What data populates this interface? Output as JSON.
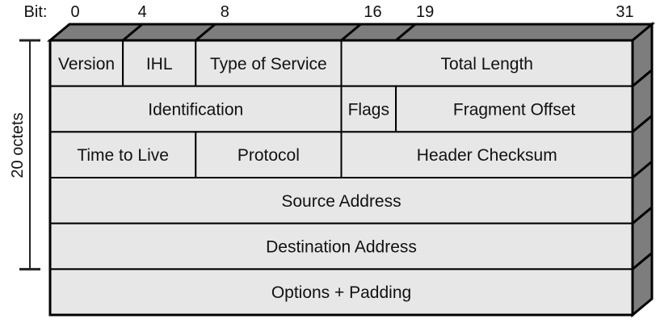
{
  "diagram": {
    "bit_axis": {
      "title": "Bit:",
      "ticks": [
        "0",
        "4",
        "8",
        "16",
        "19",
        "31"
      ],
      "tick_bits": [
        0,
        4,
        8,
        16,
        19,
        31
      ],
      "total_bits": 32
    },
    "side_bracket": {
      "label": "20 octets",
      "rows_spanned": 5
    },
    "rows": [
      {
        "fields": [
          {
            "label": "Version",
            "start": 0,
            "end": 4
          },
          {
            "label": "IHL",
            "start": 4,
            "end": 8
          },
          {
            "label": "Type of Service",
            "start": 8,
            "end": 16
          },
          {
            "label": "Total Length",
            "start": 16,
            "end": 32
          }
        ]
      },
      {
        "fields": [
          {
            "label": "Identification",
            "start": 0,
            "end": 16
          },
          {
            "label": "Flags",
            "start": 16,
            "end": 19
          },
          {
            "label": "Fragment Offset",
            "start": 19,
            "end": 32
          }
        ]
      },
      {
        "fields": [
          {
            "label": "Time to Live",
            "start": 0,
            "end": 8
          },
          {
            "label": "Protocol",
            "start": 8,
            "end": 16
          },
          {
            "label": "Header Checksum",
            "start": 16,
            "end": 32
          }
        ]
      },
      {
        "fields": [
          {
            "label": "Source Address",
            "start": 0,
            "end": 32
          }
        ]
      },
      {
        "fields": [
          {
            "label": "Destination Address",
            "start": 0,
            "end": 32
          }
        ]
      },
      {
        "fields": [
          {
            "label": "Options + Padding",
            "start": 0,
            "end": 32
          }
        ]
      }
    ],
    "colors": {
      "front_face": "#e7e7e7",
      "side_face": "#7d7d7d",
      "border": "#000000",
      "text": "#111111",
      "bracket": "#222222",
      "background": "#ffffff"
    }
  }
}
